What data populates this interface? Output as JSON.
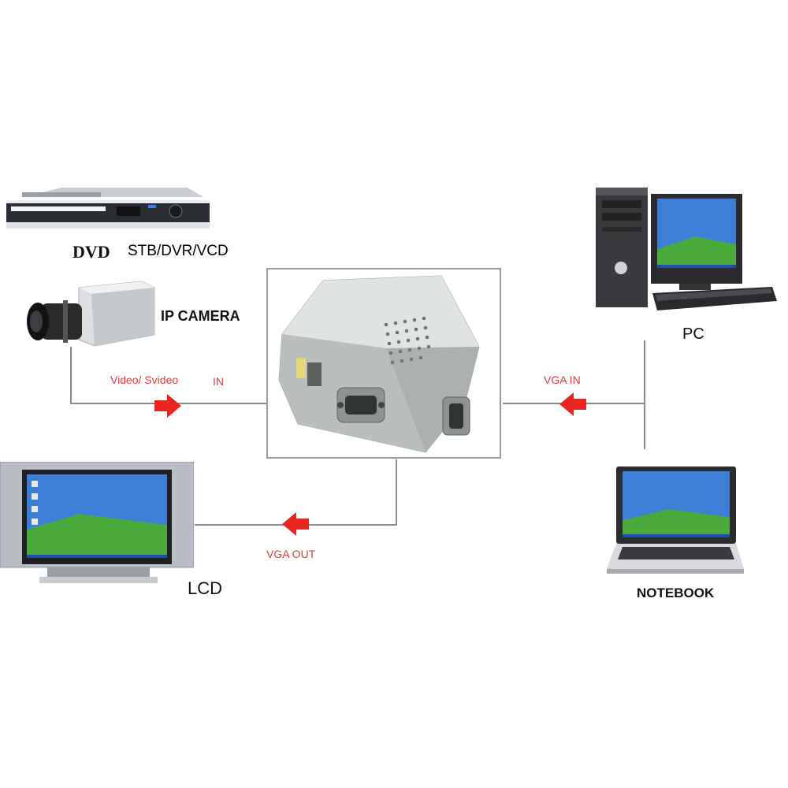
{
  "devices": {
    "dvd": "DVD",
    "stb": "STB/DVR/VCD",
    "ip_camera": "IP CAMERA",
    "pc": "PC",
    "lcd": "LCD",
    "notebook": "NOTEBOOK"
  },
  "connections": {
    "video_in": "Video/ Svideo",
    "in": "IN",
    "vga_in": "VGA IN",
    "vga_out": "VGA OUT"
  },
  "colors": {
    "arrow": "#e8261f",
    "line": "#8a8a8a",
    "label_red": "#e03a3a"
  }
}
